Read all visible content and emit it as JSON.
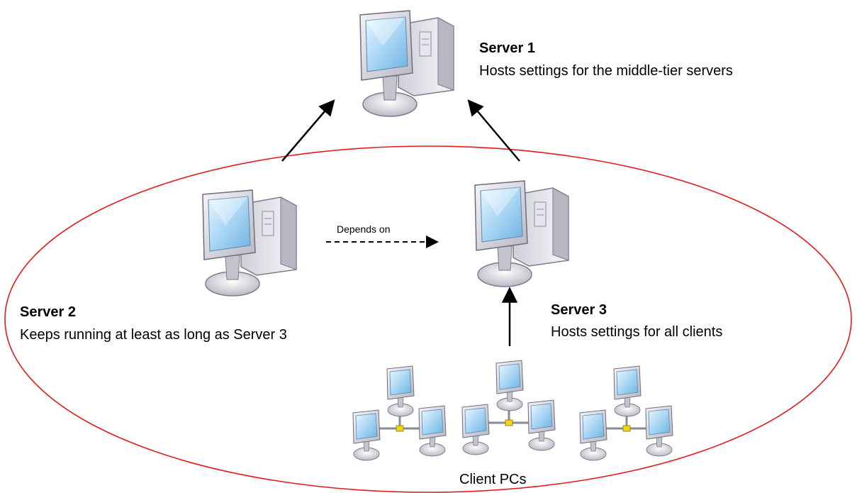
{
  "server1": {
    "title": "Server 1",
    "description": "Hosts settings for the middle-tier servers"
  },
  "server2": {
    "title": "Server 2",
    "description": "Keeps running at least as long as Server 3"
  },
  "server3": {
    "title": "Server 3",
    "description": "Hosts settings for all clients"
  },
  "edge": {
    "depends_label": "Depends on"
  },
  "clients": {
    "label": "Client PCs"
  },
  "colors": {
    "boundary": "#e31b1b",
    "arrow": "#000000",
    "hub": "#f2d21b"
  },
  "icons": {
    "server": "server-computer-icon",
    "client": "client-monitor-icon"
  }
}
